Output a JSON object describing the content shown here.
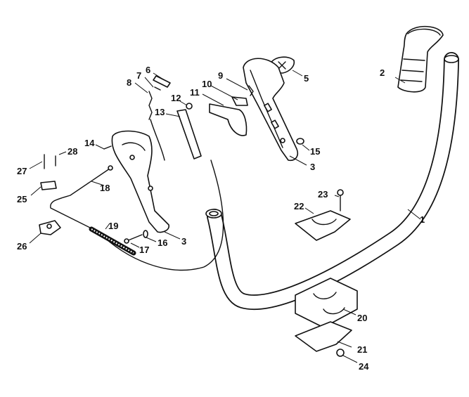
{
  "callouts": [
    {
      "id": "1",
      "label": "1"
    },
    {
      "id": "2",
      "label": "2"
    },
    {
      "id": "3a",
      "label": "3"
    },
    {
      "id": "3b",
      "label": "3"
    },
    {
      "id": "5",
      "label": "5"
    },
    {
      "id": "6",
      "label": "6"
    },
    {
      "id": "7",
      "label": "7"
    },
    {
      "id": "8",
      "label": "8"
    },
    {
      "id": "9",
      "label": "9"
    },
    {
      "id": "10",
      "label": "10"
    },
    {
      "id": "11",
      "label": "11"
    },
    {
      "id": "12",
      "label": "12"
    },
    {
      "id": "13",
      "label": "13"
    },
    {
      "id": "14",
      "label": "14"
    },
    {
      "id": "15",
      "label": "15"
    },
    {
      "id": "16",
      "label": "16"
    },
    {
      "id": "17",
      "label": "17"
    },
    {
      "id": "18",
      "label": "18"
    },
    {
      "id": "19",
      "label": "19"
    },
    {
      "id": "20",
      "label": "20"
    },
    {
      "id": "21",
      "label": "21"
    },
    {
      "id": "22",
      "label": "22"
    },
    {
      "id": "23",
      "label": "23"
    },
    {
      "id": "24",
      "label": "24"
    },
    {
      "id": "25",
      "label": "25"
    },
    {
      "id": "26",
      "label": "26"
    },
    {
      "id": "27",
      "label": "27"
    },
    {
      "id": "28",
      "label": "28"
    }
  ]
}
